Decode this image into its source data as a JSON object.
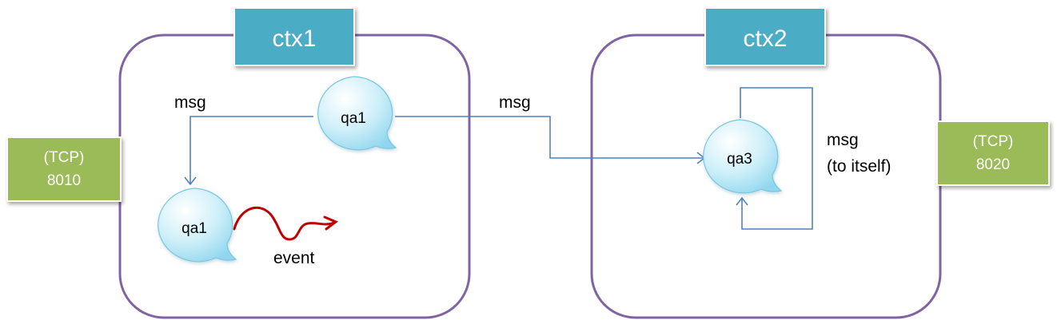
{
  "contexts": [
    {
      "title": "ctx1",
      "port_protocol": "(TCP)",
      "port_number": "8010"
    },
    {
      "title": "ctx2",
      "port_protocol": "(TCP)",
      "port_number": "8020"
    }
  ],
  "actors": [
    {
      "label": "qa1"
    },
    {
      "label": "qa1"
    },
    {
      "label": "qa3"
    }
  ],
  "labels": {
    "msg_local": "msg",
    "msg_remote": "msg",
    "msg_self_line1": "msg",
    "msg_self_line2": "(to itself)",
    "event": "event"
  },
  "colors": {
    "context_border": "#8064a2",
    "context_title_fill": "#4bacc6",
    "port_fill": "#9bbb59",
    "actor_fill": "#bde9f5",
    "message_line": "#4f81bd",
    "event_line": "#c00000"
  }
}
